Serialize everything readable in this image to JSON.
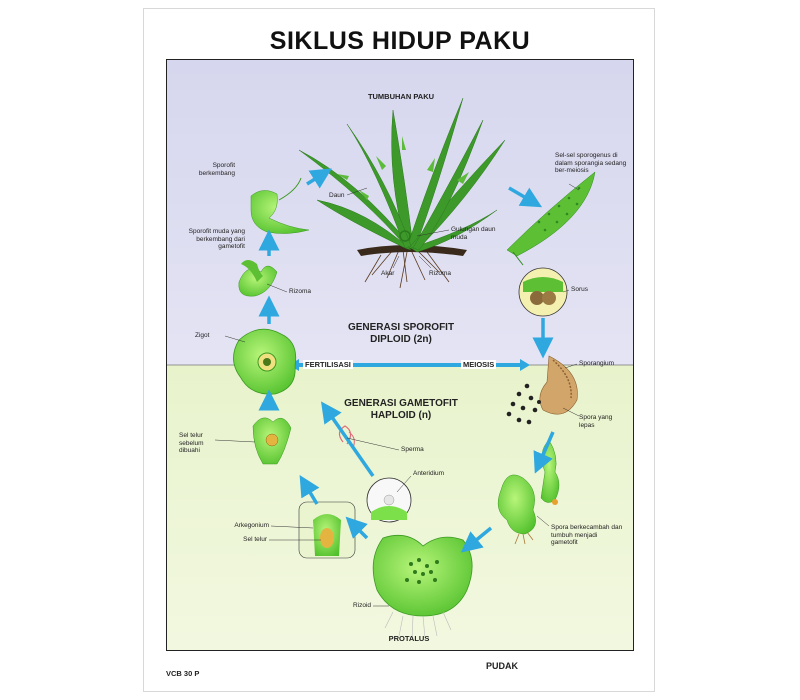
{
  "title": "SIKLUS HIDUP PAKU",
  "sporophyte": {
    "plant_title": "TUMBUHAN PAKU",
    "generation_line1": "GENERASI SPOROFIT",
    "generation_line2": "DIPLOID (2n)",
    "labels": {
      "daun": "Daun",
      "gulungan": "Gulungan daun muda",
      "akar": "Akar",
      "rizoma_plant": "Rizoma",
      "sporofit_berkembang": "Sporofit berkembang",
      "sporofit_muda": "Sporofit muda yang berkembang dari gametofit",
      "rizoma_young": "Rizoma",
      "zigot": "Zigot",
      "sporogenus": "Sel-sel sporogenus di dalam sporangia sedang ber-meiosis",
      "sorus": "Sorus",
      "sporangium": "Sporangium"
    }
  },
  "gametophyte": {
    "generation_line1": "GENERASI GAMETOFIT",
    "generation_line2": "HAPLOID (n)",
    "labels": {
      "sel_telur_dibuahi": "Sel telur sebelum dibuahi",
      "sperma": "Sperma",
      "anteridium": "Anteridium",
      "arkegonium": "Arkegonium",
      "sel_telur": "Sel telur",
      "rizoid": "Rizoid",
      "protalus": "PROTALUS",
      "spora_lepas": "Spora yang lepas",
      "spora_berkecambah": "Spora berkecambah dan tumbuh menjadi gametofit"
    }
  },
  "processes": {
    "fertilisasi": "FERTILISASI",
    "meiosis": "MEIOSIS"
  },
  "footer": {
    "code": "VCB 30 P",
    "brand": "PUDAK"
  },
  "colors": {
    "sporophyte_bg": "#dcdcf0",
    "gametophyte_bg": "#eef6d4",
    "arrow": "#2fa8e0",
    "plant_green": "#3d9a2a",
    "thallus_green": "#7ce04a"
  }
}
